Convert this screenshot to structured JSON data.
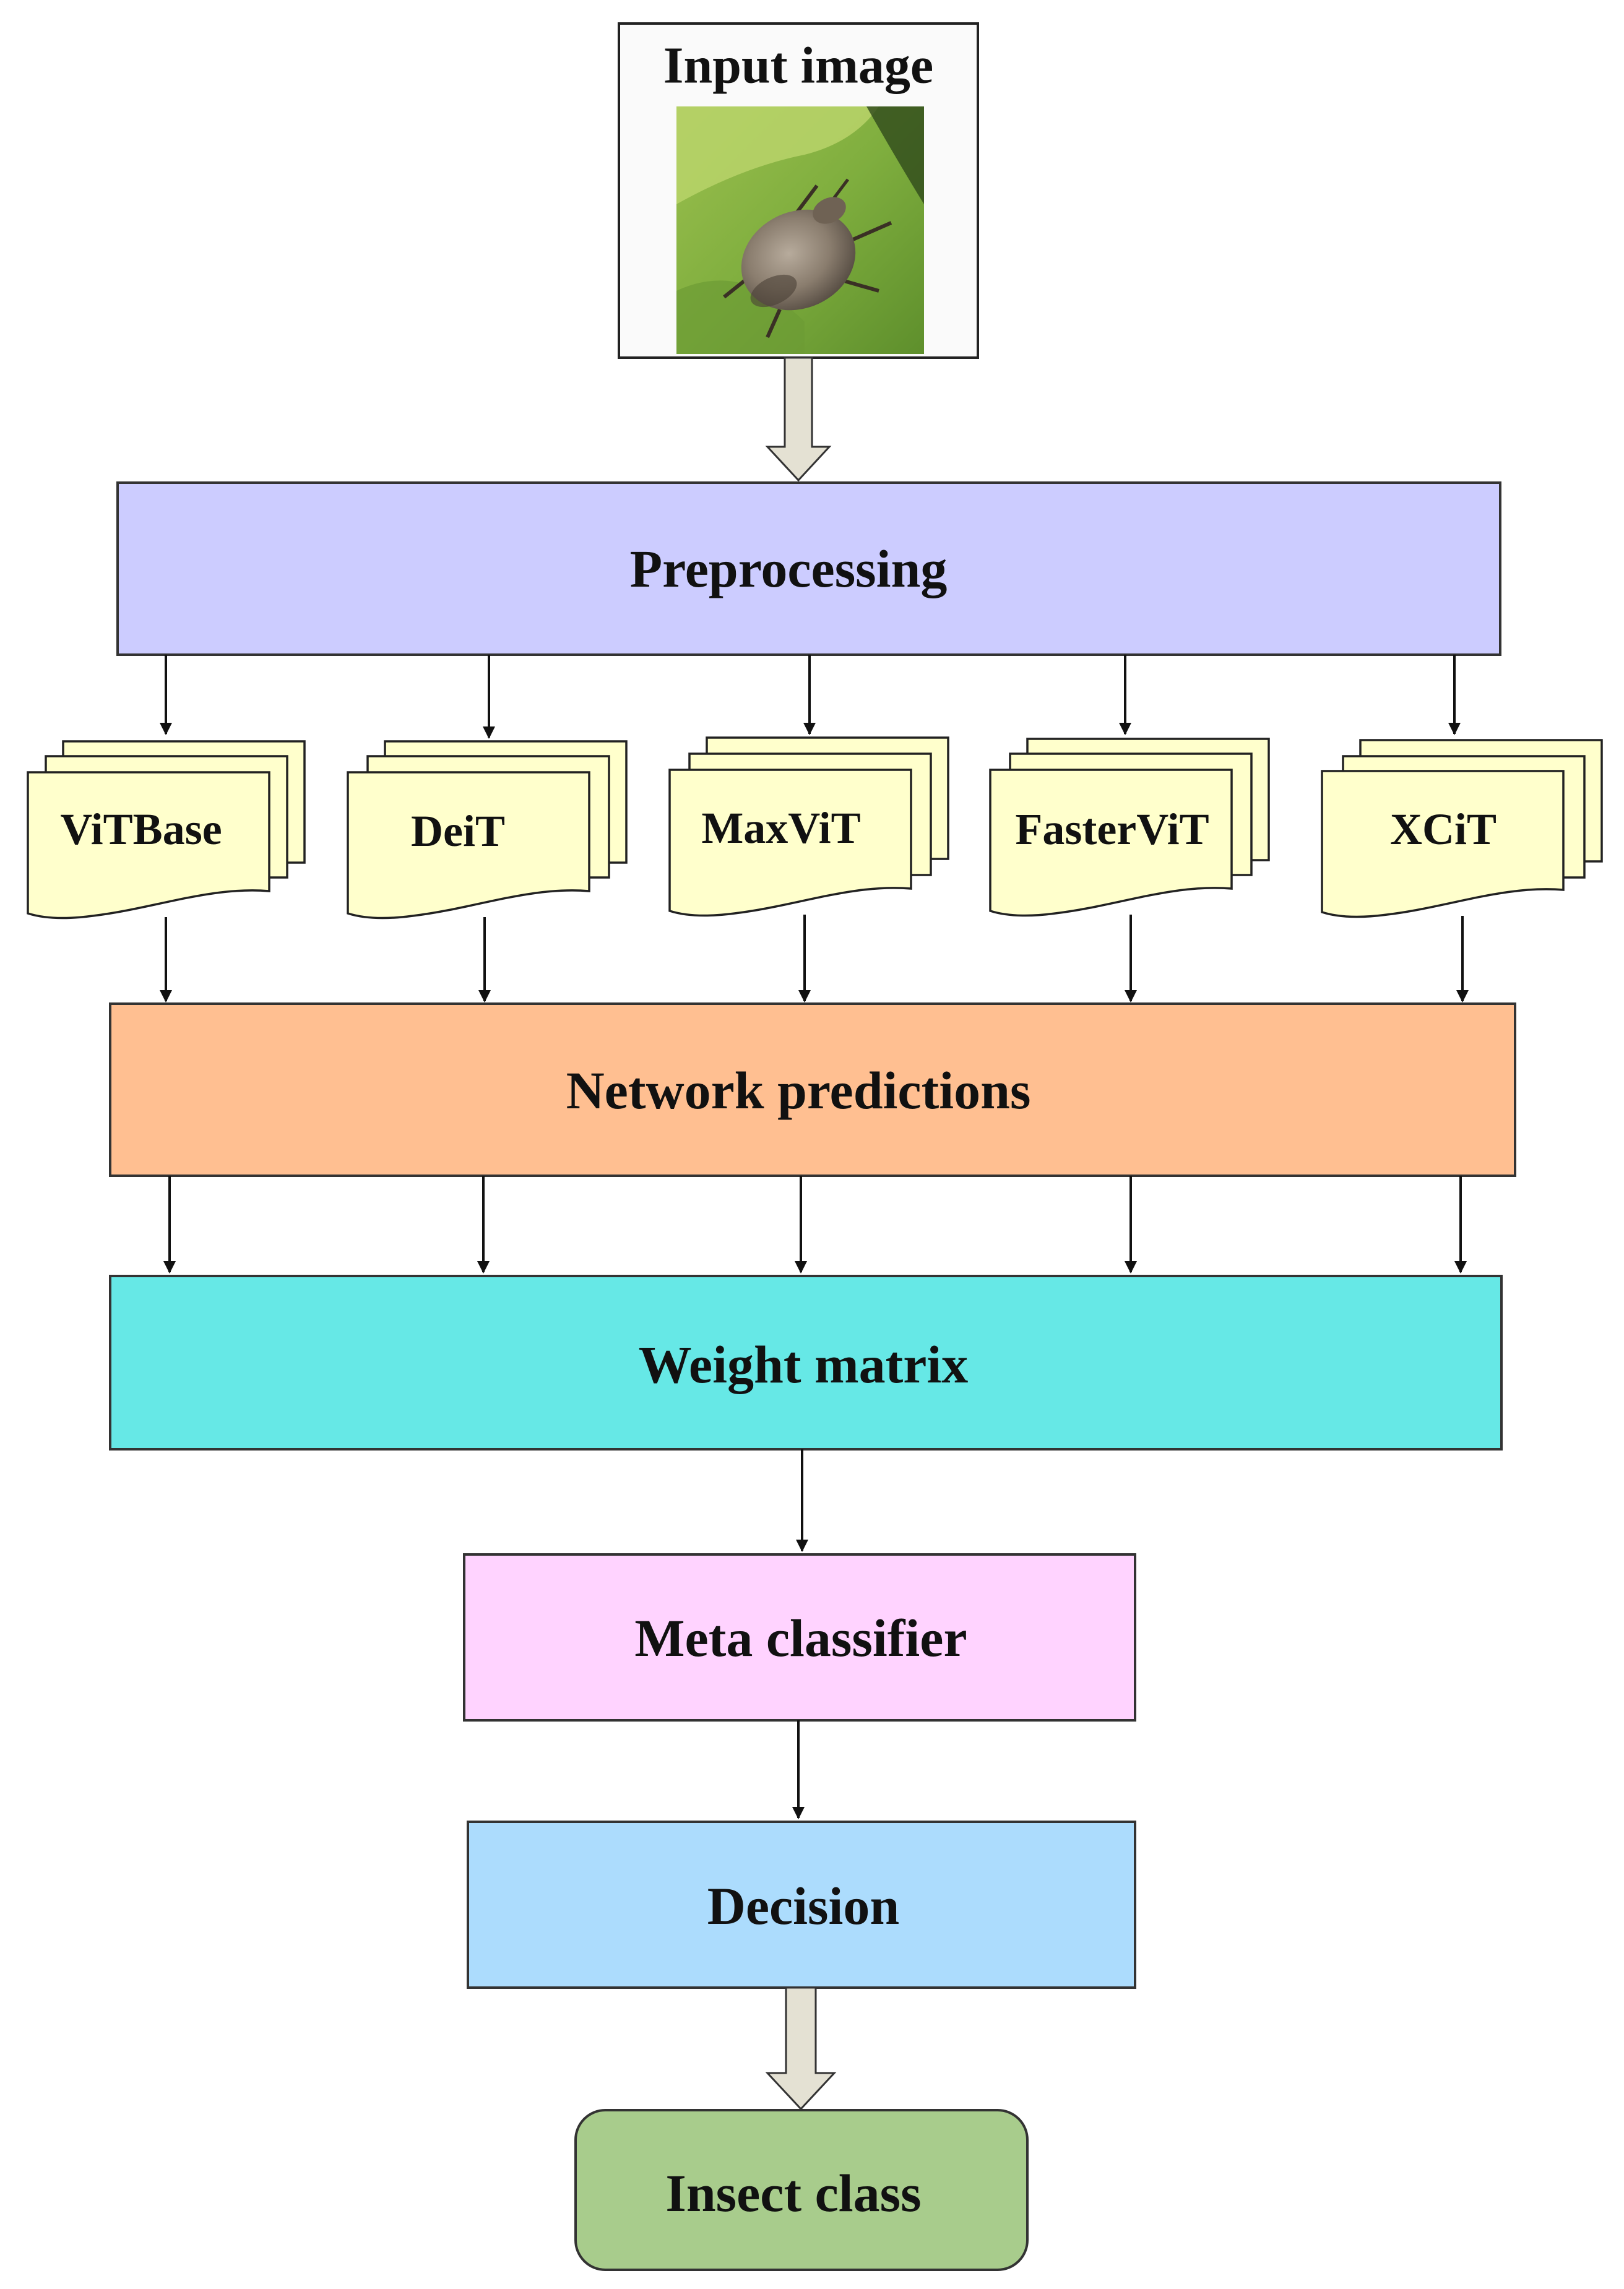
{
  "input": {
    "title": "Input image",
    "photo": "stink-bug-on-leaf"
  },
  "preprocessing": {
    "label": "Preprocessing",
    "color": "#CCCCFF"
  },
  "models": [
    {
      "label": "ViTBase"
    },
    {
      "label": "DeiT"
    },
    {
      "label": "MaxViT"
    },
    {
      "label": "FasterViT"
    },
    {
      "label": "XCiT"
    }
  ],
  "network_predictions": {
    "label": "Network predictions",
    "color": "#FFBF91"
  },
  "weight_matrix": {
    "label": "Weight matrix",
    "color": "#66E8E6"
  },
  "meta_classifier": {
    "label": "Meta classifier",
    "color": "#FFD3FF"
  },
  "decision": {
    "label": "Decision",
    "color": "#ACDCFD"
  },
  "output": {
    "label": "Insect class",
    "color": "#A8CC8C"
  },
  "model_doc_color": "#FFFFCC",
  "block_arrow_color": "#E4E1D3"
}
